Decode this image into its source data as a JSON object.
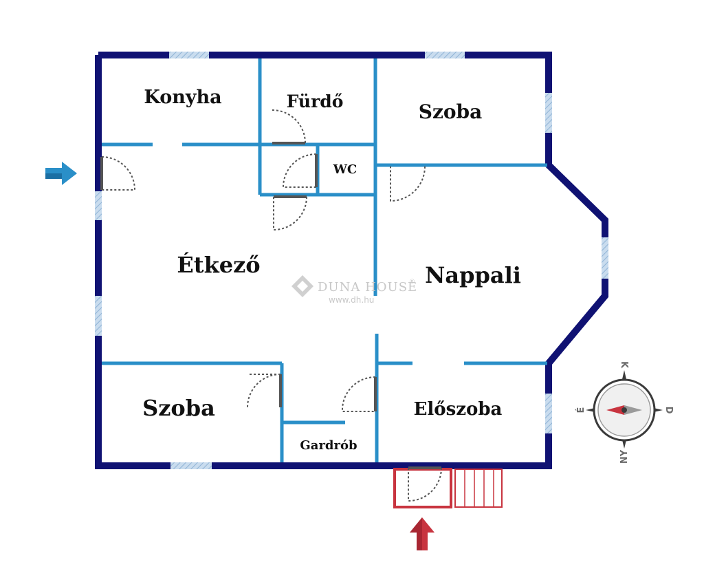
{
  "rooms": {
    "konyha": "Konyha",
    "furdo": "Fürdő",
    "szoba_top": "Szoba",
    "wc": "WC",
    "etkezo": "Étkező",
    "nappali": "Nappali",
    "szoba_bottom": "Szoba",
    "eloszoba": "Előszoba",
    "gardrob": "Gardrób"
  },
  "watermark": {
    "brand": "DUNA HOUSE",
    "trademark": "®",
    "url": "www.dh.hu"
  },
  "compass": {
    "north": "K",
    "south": "NY",
    "west": "É",
    "east": "D"
  },
  "colors": {
    "outer_wall": "#101273",
    "inner_wall": "#2a8fc8",
    "window": "#a9c8e3",
    "entrance": "#c8343f",
    "side_arrow": "#2a8fc8"
  },
  "icons": {
    "side_entry": "arrow-right-icon",
    "main_entry": "arrow-up-icon",
    "compass": "compass-icon"
  }
}
